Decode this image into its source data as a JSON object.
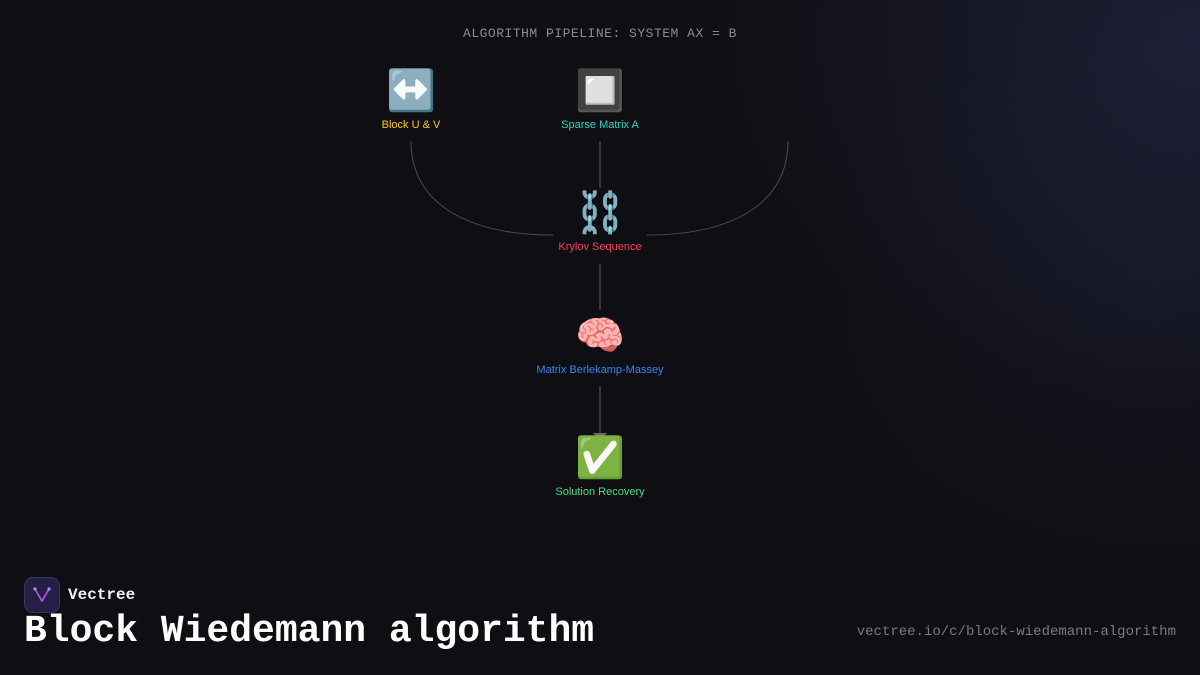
{
  "pipeline_title": "ALGORITHM PIPELINE: SYSTEM AX = B",
  "nodes": [
    {
      "id": "block-uv",
      "label": "Block U & V",
      "icon": "left-right-arrow-icon",
      "glyph": "↔️",
      "color": "#facc15"
    },
    {
      "id": "sparse-matrix",
      "label": "Sparse Matrix A",
      "icon": "white-square-button-icon",
      "glyph": "🔲",
      "color": "#2dd4bf"
    },
    {
      "id": "krylov",
      "label": "Krylov Sequence",
      "icon": "chain-icon",
      "glyph": "⛓️",
      "color": "#f43f5e"
    },
    {
      "id": "berlekamp",
      "label": "Matrix Berlekamp-Massey",
      "icon": "brain-icon",
      "glyph": "🧠",
      "color": "#3b82f6"
    },
    {
      "id": "solution",
      "label": "Solution Recovery",
      "icon": "check-mark-icon",
      "glyph": "✅",
      "color": "#4ade80"
    }
  ],
  "brand": {
    "name": "Vectree",
    "logo": "vectree-logo-icon"
  },
  "title": "Block Wiedemann algorithm",
  "url": "vectree.io/c/block-wiedemann-algorithm"
}
